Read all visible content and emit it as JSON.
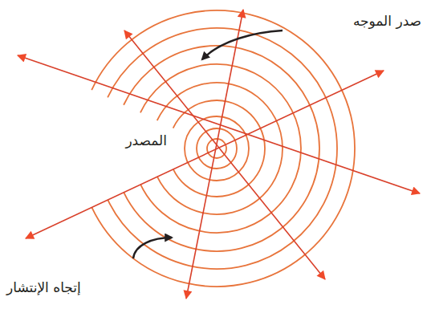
{
  "diagram": {
    "labels": [
      "صدر الموجه",
      "المصدر",
      "إتجاه الإنتشار"
    ]
  }
}
